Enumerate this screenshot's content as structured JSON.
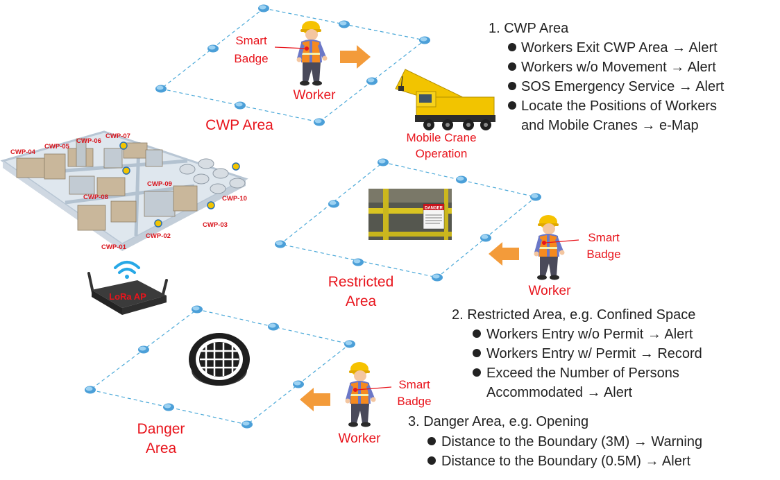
{
  "colors": {
    "label_red": "#e8141c",
    "text": "#222222",
    "boundary_line": "#4aa8d8",
    "arrow_orange": "#f39b3a",
    "crane_yellow": "#f2c400",
    "sensor_blue": "#5aaee0",
    "wifi_blue": "#27a8e6"
  },
  "zones": {
    "cwp": {
      "name": "CWP Area",
      "badge_label_1": "Smart",
      "badge_label_2": "Badge",
      "worker_label": "Worker",
      "crane_label_1": "Mobile Crane",
      "crane_label_2": "Operation"
    },
    "restricted": {
      "name_1": "Restricted",
      "name_2": "Area",
      "badge_label_1": "Smart",
      "badge_label_2": "Badge",
      "worker_label": "Worker",
      "sign_text": "DANGER"
    },
    "danger": {
      "name_1": "Danger",
      "name_2": "Area",
      "badge_label_1": "Smart",
      "badge_label_2": "Badge",
      "worker_label": "Worker"
    }
  },
  "plant": {
    "cwp_labels": [
      "CWP-04",
      "CWP-05",
      "CWP-06",
      "CWP-07",
      "CWP-09",
      "CWP-08",
      "CWP-10",
      "CWP-01",
      "CWP-02",
      "CWP-03"
    ]
  },
  "gateway": {
    "label": "LoRa AP",
    "icon": "wifi-icon"
  },
  "descriptions": {
    "cwp": {
      "heading": "1. CWP Area",
      "bullets": [
        "Workers Exit CWP Area → Alert",
        "Workers w/o Movement  → Alert",
        "SOS Emergency Service → Alert",
        "Locate the Positions of Workers"
      ],
      "continuation": "and Mobile Cranes → e-Map"
    },
    "restricted": {
      "heading": "2. Restricted Area, e.g. Confined Space",
      "bullets": [
        "Workers Entry w/o Permit → Alert",
        "Workers Entry w/ Permit → Record",
        "Exceed the Number of Persons"
      ],
      "continuation": "Accommodated  → Alert"
    },
    "danger": {
      "heading": "3. Danger Area, e.g. Opening",
      "bullets": [
        "Distance to the Boundary (3M) → Warning",
        "Distance to the Boundary (0.5M) → Alert"
      ]
    }
  }
}
